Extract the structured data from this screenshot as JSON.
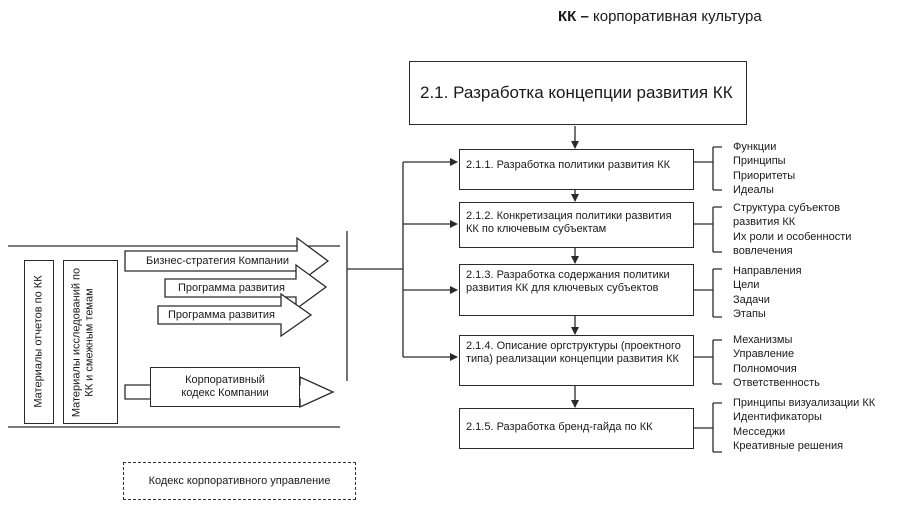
{
  "header": {
    "abbr": "КК",
    "dash": " – ",
    "text": "корпоративная культура"
  },
  "main_box": {
    "label": "2.1. Разработка концепции развития КК"
  },
  "steps": [
    {
      "label": "2.1.1. Разработка политики развития КК",
      "items": [
        "Функции",
        "Принципы",
        "Приоритеты",
        "Идеалы"
      ]
    },
    {
      "label": "2.1.2. Конкретизация политики развития КК по ключевым субъектам",
      "items": [
        "Структура субъектов",
        "развития КК",
        "Их роли и особенности",
        "вовлечения"
      ]
    },
    {
      "label": "2.1.3. Разработка содержания политики развития КК для ключевых субъектов",
      "items": [
        "Направления",
        "Цели",
        "Задачи",
        "Этапы"
      ]
    },
    {
      "label": "2.1.4. Описание оргструктуры (проектного типа) реализации концепции развития КК",
      "items": [
        "Механизмы",
        "Управление",
        "Полномочия",
        "Ответственность"
      ]
    },
    {
      "label": "2.1.5. Разработка бренд-гайда по КК",
      "items": [
        "Принципы визуализации КК",
        "Идентификаторы",
        "Месседжи",
        "Креативные решения"
      ]
    }
  ],
  "inputs": {
    "vertical_1": "Материалы отчетов по КК",
    "vertical_2": "Материалы исследований по КК и смежным темам",
    "arrows": [
      "Бизнес-стратегия Компании",
      "Программа развития",
      "Программа развития"
    ],
    "code_box": "Корпоративный кодекс Компании"
  },
  "governance": {
    "label": "Кодекс корпоративного управление"
  }
}
